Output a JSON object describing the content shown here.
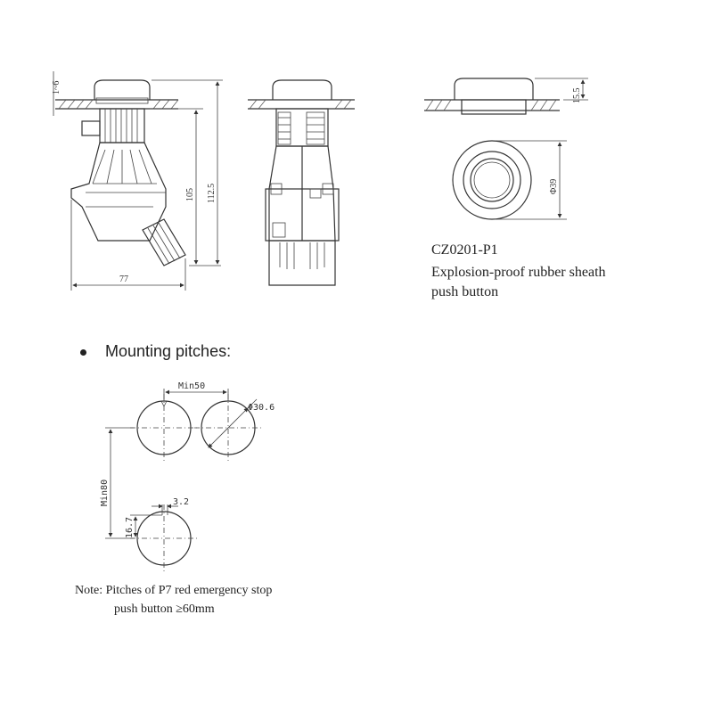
{
  "dimensions": {
    "panel_gap": "1~6",
    "width_77": "77",
    "height_105": "105",
    "height_112_5": "112.5",
    "top_15_5": "15.5",
    "dia_39": "Φ39",
    "min50": "Min50",
    "dia_30_6": "Φ30.6",
    "min80": "Min80",
    "key_3_2": "3.2",
    "key_16_7": "16.7"
  },
  "labels": {
    "model": "CZ0201-P1",
    "desc_line1": "Explosion-proof rubber sheath",
    "desc_line2": "push button",
    "mounting_title": "Mounting pitches:",
    "note_line1": "Note:  Pitches of P7 red emergency stop",
    "note_line2": "push button ≥60mm"
  },
  "colors": {
    "line": "#333333",
    "text": "#222222",
    "background": "#ffffff"
  }
}
